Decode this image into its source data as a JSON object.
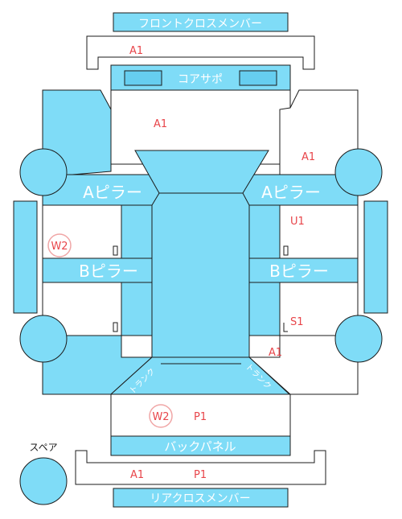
{
  "labels": {
    "front_cross_member": "フロントクロスメンバー",
    "core_support": "コアサポ",
    "a_pillar_left": "Aピラー",
    "a_pillar_right": "Aピラー",
    "b_pillar_left": "Bピラー",
    "b_pillar_right": "Bピラー",
    "back_panel": "バックパネル",
    "rear_cross_member": "リアクロスメンバー",
    "spare": "スペア",
    "trunk_left": "トランク",
    "trunk_right": "トランク"
  },
  "marks": {
    "front_member": "A1",
    "front_area": "A1",
    "right_front_fender": "A1",
    "right_front_door": "U1",
    "left_door": "W2",
    "right_rear_door": "S1",
    "right_rear_fender": "A1",
    "trunk_w": "W2",
    "trunk_p": "P1",
    "rear_member_a": "A1",
    "rear_member_p": "P1"
  },
  "colors": {
    "part_fill": "#7fdcf7",
    "mark_red": "#e8454a",
    "ring_pink": "#f0a6a6"
  }
}
